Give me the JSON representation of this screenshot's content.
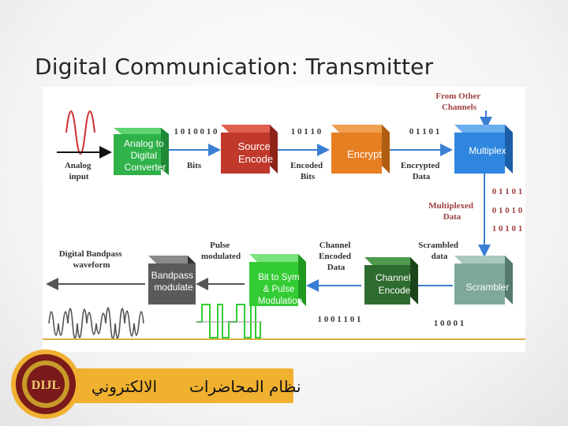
{
  "slide": {
    "title": "Digital Communication: Transmitter"
  },
  "blocks": {
    "adc": [
      "Analog to",
      "Digital",
      "Converter"
    ],
    "source_encode": [
      "Source",
      "Encode"
    ],
    "encrypt": [
      "Encrypt"
    ],
    "multiplex": [
      "Multiplex"
    ],
    "scrambler": [
      "Scrambler"
    ],
    "channel_encode": [
      "Channel",
      "Encode"
    ],
    "bit_to_sym": [
      "Bit to Sym",
      "& Pulse",
      "Modulation"
    ],
    "bandpass": [
      "Bandpass",
      "modulate"
    ]
  },
  "labels": {
    "analog_input": [
      "Analog",
      "input"
    ],
    "bits": "Bits",
    "encoded_bits": [
      "Encoded",
      "Bits"
    ],
    "encrypted_data": [
      "Encrypted",
      "Data"
    ],
    "from_other_channels": [
      "From Other",
      "Channels"
    ],
    "multiplexed_data": [
      "Multiplexed",
      "Data"
    ],
    "scrambled_data": [
      "Scrambled",
      "data"
    ],
    "channel_encoded_data": [
      "Channel",
      "Encoded",
      "Data"
    ],
    "pulse_modulated": [
      "Pulse",
      "modulated"
    ],
    "digital_bandpass_waveform": [
      "Digital Bandpass",
      "waveform"
    ]
  },
  "bitstreams": {
    "adc_out": "1 0 1 0 0 1 0",
    "source_out": "1 0 1 1 0",
    "encrypt_out": "0 1 1 0 1",
    "mux_out": [
      "0 1 1 0 1",
      "0 1 0 1 0",
      "1 0 1 0 1"
    ],
    "scrambler_out": "1 0 0 0 1",
    "channel_out": "1 0 0 1 1 0 1"
  },
  "footer": {
    "text_left": "الالكتروني",
    "text_right": "نظام المحاضرات"
  },
  "colors": {
    "adc": "#2fb24a",
    "source_encode": "#c0392b",
    "encrypt": "#e67e22",
    "multiplex": "#2e86de",
    "scrambler": "#7fa79c",
    "channel_encode": "#2e6b2e",
    "bit_to_sym": "#33cc33",
    "bandpass": "#5a5a5a",
    "arrow": "#3b7fd4",
    "bit_text": "#3a3a3a",
    "label_red": "#a04040",
    "footer": "#f0b030"
  }
}
